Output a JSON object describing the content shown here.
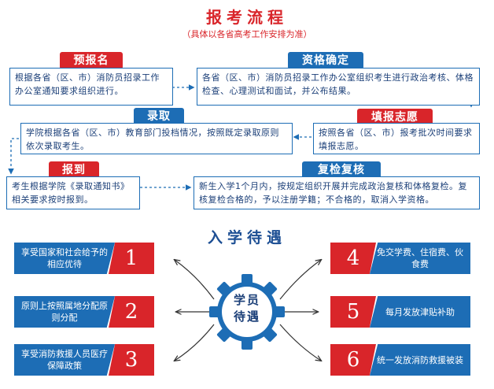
{
  "header": {
    "title": "报考流程",
    "subtitle": "（具体以各省高考工作安排为准）"
  },
  "steps": {
    "pre_register": {
      "label": "预报名",
      "text": "根据各省（区、市）消防员招录工作办公室通知要求组织进行。"
    },
    "qualification": {
      "label": "资格确定",
      "text": "各省（区、市）消防员招录工作办公室组织考生进行政治考核、体格检查、心理测试和面试，并公布结果。"
    },
    "fill_wish": {
      "label": "填报志愿",
      "text": "按照各省（区、市）报考批次时间要求填报志愿。"
    },
    "admission": {
      "label": "录取",
      "text": "学院根据各省（区、市）教育部门投档情况，按照既定录取原则依次录取考生。"
    },
    "report": {
      "label": "报到",
      "text": "考生根据学院《录取通知书》相关要求按时报到。"
    },
    "recheck": {
      "label": "复检复核",
      "text": "新生入学1个月内，按规定组织开展并完成政治复核和体格复检。复核复检合格的，予以注册学籍；不合格的，取消入学资格。"
    }
  },
  "benefits": {
    "title": "入学待遇",
    "center": {
      "line1": "学员",
      "line2": "待遇"
    },
    "items": [
      {
        "num": "1",
        "text": "享受国家和社会给予的相应优待"
      },
      {
        "num": "2",
        "text": "原则上按照属地分配原则分配"
      },
      {
        "num": "3",
        "text": "享受消防救援人员医疗保障政策"
      },
      {
        "num": "4",
        "text": "免交学费、住宿费、伙食费"
      },
      {
        "num": "5",
        "text": "每月发放津贴补助"
      },
      {
        "num": "6",
        "text": "统一发放消防救援被装"
      }
    ]
  },
  "colors": {
    "red": "#d9252a",
    "blue": "#1d6db5",
    "navy": "#1b3f78"
  }
}
